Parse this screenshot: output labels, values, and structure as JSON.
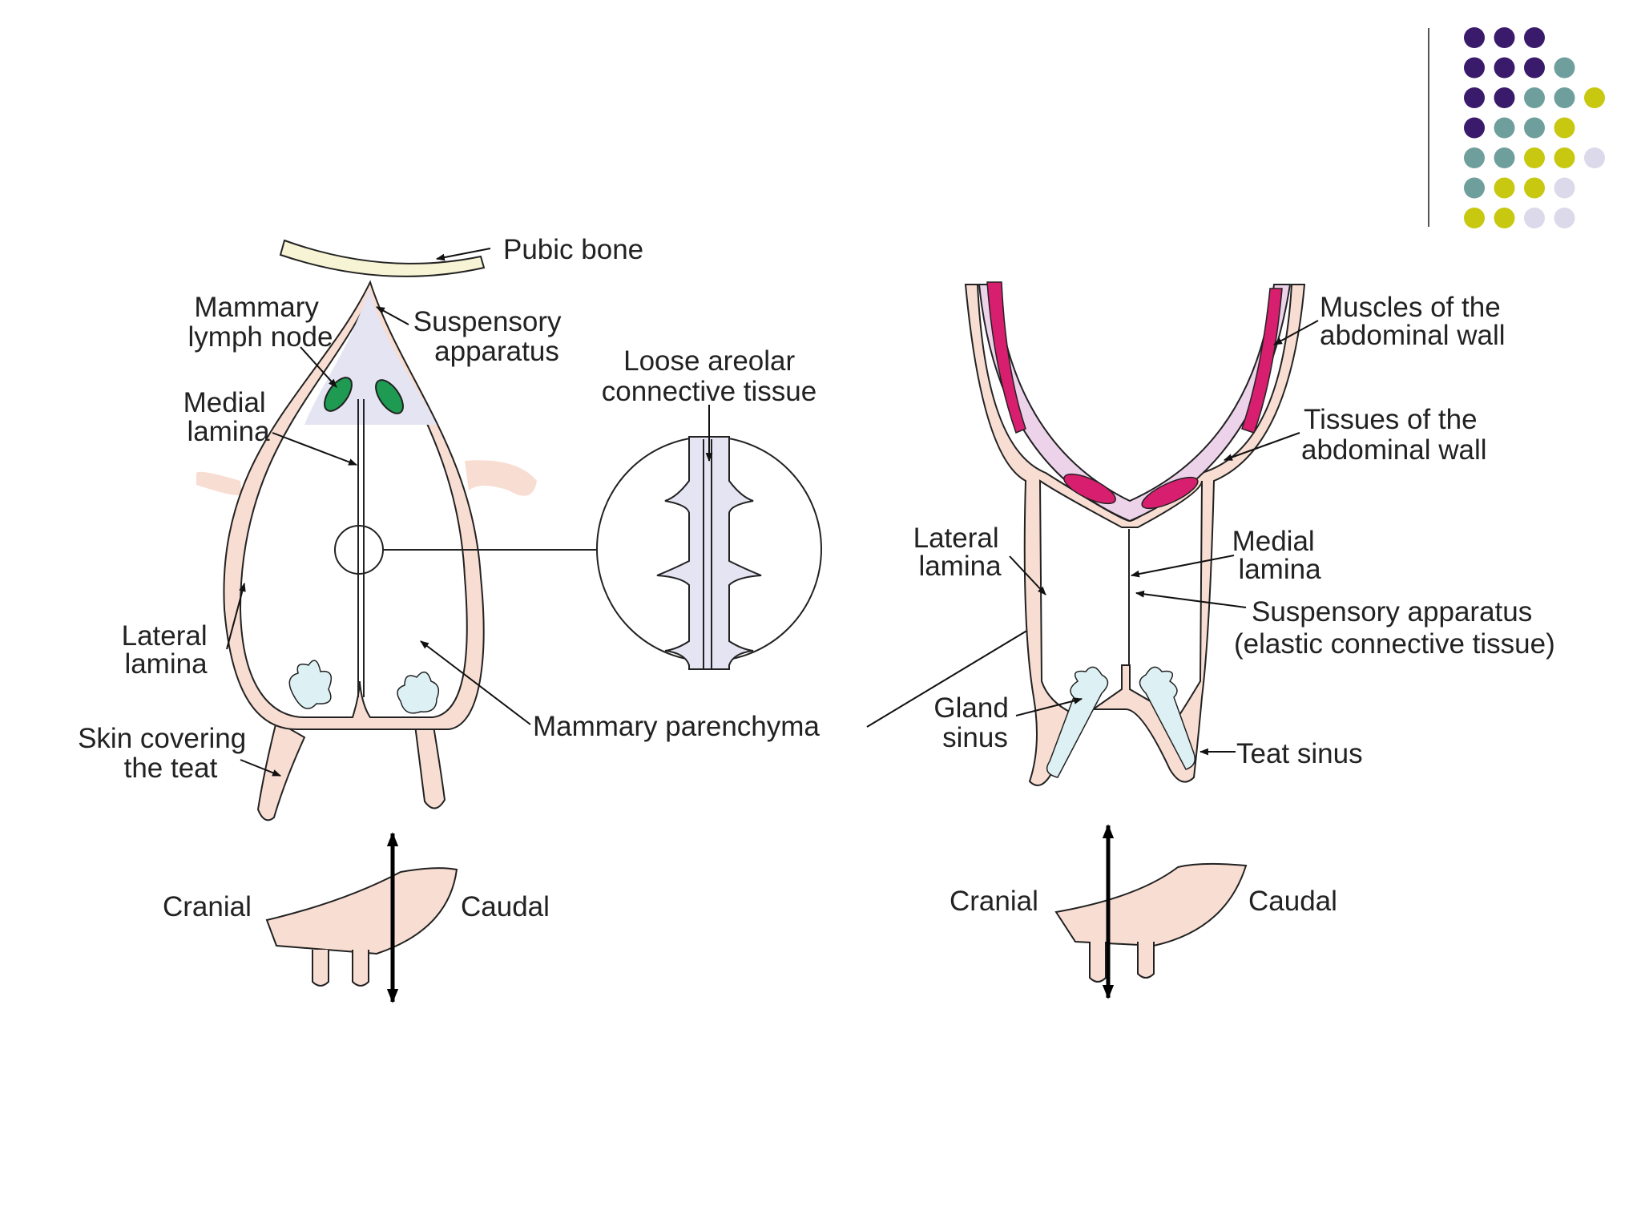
{
  "colors": {
    "purple": "#3a1a6b",
    "teal": "#6e9f9c",
    "yellow": "#c7c80f",
    "lavender": "#dcd9ea",
    "skin": "#f8ddd2",
    "muscle": "#d81e6e",
    "abdominal_tissue": "#ecd3ea",
    "parenchyma_lining": "#e4e4f3",
    "lymph_node": "#1e9a52",
    "bone": "#f7f3d5",
    "gland": "#ddf1f4"
  },
  "decoration": {
    "dot_grid": [
      [
        "purple",
        "purple",
        "purple",
        "none",
        "none"
      ],
      [
        "purple",
        "purple",
        "purple",
        "teal",
        "none"
      ],
      [
        "purple",
        "purple",
        "teal",
        "teal",
        "yellow"
      ],
      [
        "purple",
        "teal",
        "teal",
        "yellow",
        "none"
      ],
      [
        "teal",
        "teal",
        "yellow",
        "yellow",
        "lavender"
      ],
      [
        "teal",
        "yellow",
        "yellow",
        "lavender",
        "none"
      ],
      [
        "yellow",
        "yellow",
        "lavender",
        "lavender",
        "none"
      ]
    ]
  },
  "left_diagram": {
    "pubic_bone": "Pubic bone",
    "mammary_lymph_node": [
      "Mammary",
      "lymph node"
    ],
    "suspensory_apparatus": [
      "Suspensory",
      "apparatus"
    ],
    "medial_lamina": [
      "Medial",
      "lamina"
    ],
    "loose_areolar": [
      "Loose areolar",
      "connective tissue"
    ],
    "lateral_lamina": [
      "Lateral",
      "lamina"
    ],
    "skin_covering": [
      "Skin covering",
      "the teat"
    ],
    "mammary_parenchyma": "Mammary parenchyma",
    "cranial": "Cranial",
    "caudal": "Caudal"
  },
  "right_diagram": {
    "muscles": [
      "Muscles of the",
      "abdominal wall"
    ],
    "tissues": [
      "Tissues of the",
      "abdominal wall"
    ],
    "lateral_lamina": [
      "Lateral",
      "lamina"
    ],
    "medial_lamina": [
      "Medial",
      "lamina"
    ],
    "suspensory_apparatus": [
      "Suspensory apparatus",
      "(elastic connective tissue)"
    ],
    "gland_sinus": [
      "Gland",
      "sinus"
    ],
    "teat_sinus": "Teat sinus",
    "cranial": "Cranial",
    "caudal": "Caudal"
  }
}
